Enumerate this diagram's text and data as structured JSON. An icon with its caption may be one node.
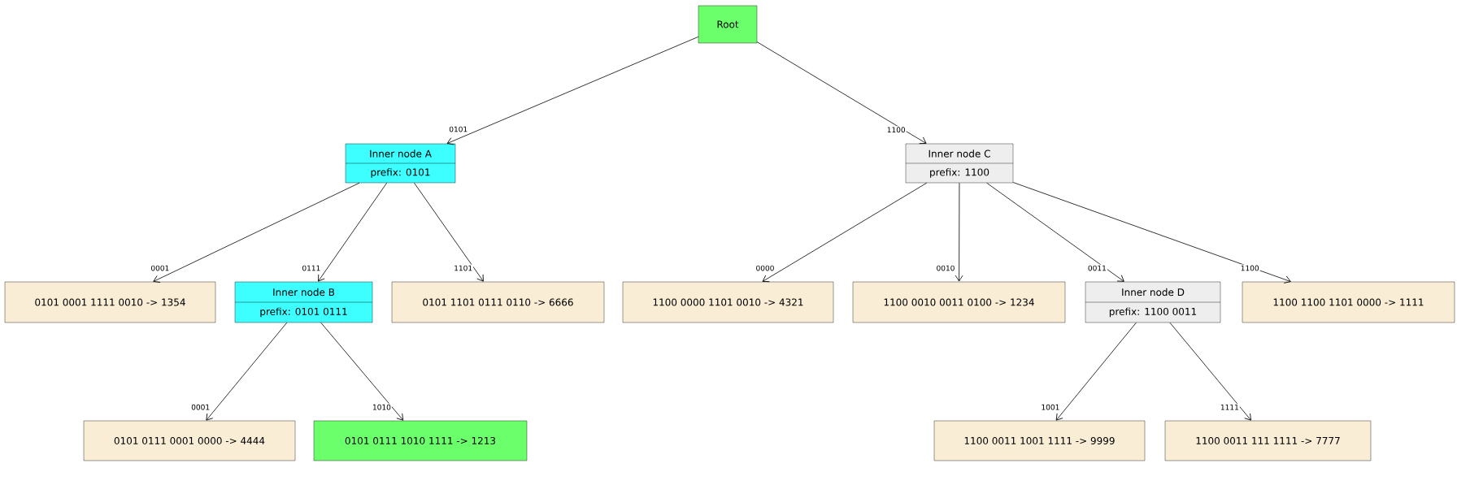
{
  "diagram": {
    "nodes": [
      {
        "text": [
          "Root"
        ]
      },
      {
        "text": [
          "Inner node A",
          "prefix: 0101"
        ]
      },
      {
        "text": [
          "Inner node C",
          "prefix: 1100"
        ]
      },
      {
        "text": [
          "0101 0001 1111 0010 -> 1354"
        ]
      },
      {
        "text": [
          "Inner node B",
          "prefix: 0101 0111"
        ]
      },
      {
        "text": [
          "0101 1101 0111 0110 -> 6666"
        ]
      },
      {
        "text": [
          "1100 0000 1101 0010 -> 4321"
        ]
      },
      {
        "text": [
          "1100 0010 0011 0100 -> 1234"
        ]
      },
      {
        "text": [
          "Inner node D",
          "prefix: 1100 0011"
        ]
      },
      {
        "text": [
          "1100 1100 1101 0000 -> 1111"
        ]
      },
      {
        "text": [
          "0101 0111 0001 0000 -> 4444"
        ]
      },
      {
        "text": [
          "0101 0111 1010 1111 -> 1213"
        ]
      },
      {
        "text": [
          "1100 0011 1001 1111 -> 9999"
        ]
      },
      {
        "text": [
          "1100 0011 111 1111 -> 7777"
        ]
      }
    ],
    "edges": [
      {
        "from": 0,
        "to": 1,
        "arrow": "to",
        "label": "0101"
      },
      {
        "from": 0,
        "to": 2,
        "arrow": "to",
        "label": "1100"
      },
      {
        "from": 1,
        "to": 3,
        "arrow": "to",
        "label": "0001"
      },
      {
        "from": 1,
        "to": 4,
        "arrow": "to",
        "label": "0111"
      },
      {
        "from": 1,
        "to": 5,
        "arrow": "to",
        "label": "1101"
      },
      {
        "from": 2,
        "to": 6,
        "arrow": "to",
        "label": "0000"
      },
      {
        "from": 2,
        "to": 7,
        "arrow": "to",
        "label": "0010"
      },
      {
        "from": 2,
        "to": 8,
        "arrow": "to",
        "label": "0011"
      },
      {
        "from": 2,
        "to": 9,
        "arrow": "to",
        "label": "1100"
      },
      {
        "from": 4,
        "to": 10,
        "arrow": "to",
        "label": "0001"
      },
      {
        "from": 4,
        "to": 11,
        "arrow": "to",
        "label": "1010"
      },
      {
        "from": 8,
        "to": 12,
        "arrow": "to",
        "label": "1001"
      },
      {
        "from": 8,
        "to": 13,
        "arrow": "to",
        "label": "1111"
      }
    ]
  }
}
